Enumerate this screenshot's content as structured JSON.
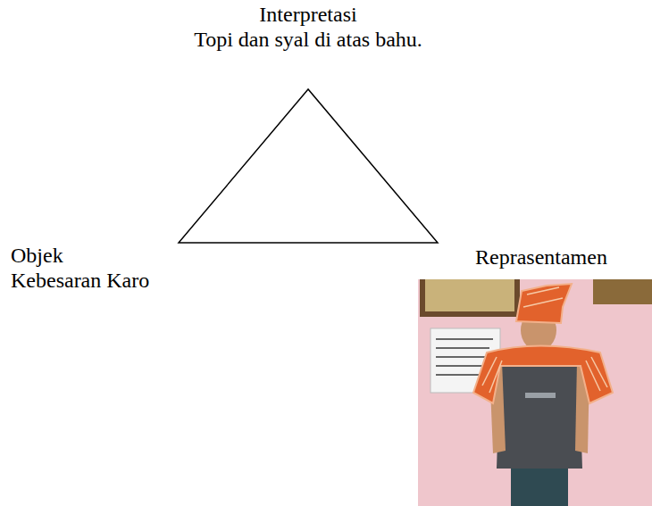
{
  "diagram": {
    "labels": [
      "Interpretasi",
      "Topi dan syal di atas bahu.",
      "Objek",
      "Kebesaran Karo",
      "Reprasentamen"
    ]
  }
}
